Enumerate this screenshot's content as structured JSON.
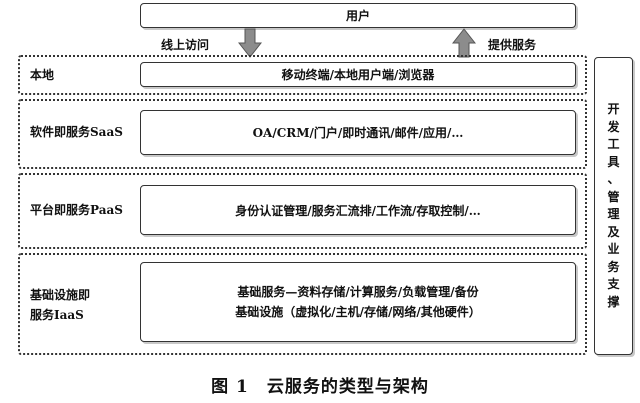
{
  "user_box": "用户",
  "online_access": "线上访问",
  "provide_service": "提供服务",
  "layers": [
    {
      "label": [
        "本地"
      ],
      "content": [
        "移动终端/本地用户端/浏览器"
      ]
    },
    {
      "label": [
        "软件即服务SaaS"
      ],
      "content": [
        "OA/CRM/门户/即时通讯/邮件/应用/…"
      ]
    },
    {
      "label": [
        "平台即服务PaaS"
      ],
      "content": [
        "身份认证管理/服务汇流排/工作流/存取控制/…"
      ]
    },
    {
      "label": [
        "基础设施即",
        "服务IaaS"
      ],
      "content": [
        "基础服务—资料存储/计算服务/负载管理/备份",
        "基础设施（虚拟化/主机/存储/网络/其他硬件）"
      ]
    }
  ],
  "side_panel_chars": [
    "开",
    "发",
    "工",
    "具",
    "、",
    "管",
    "理",
    "及",
    "业",
    "务",
    "支",
    "撑"
  ],
  "caption": "图 1　云服务的类型与架构"
}
